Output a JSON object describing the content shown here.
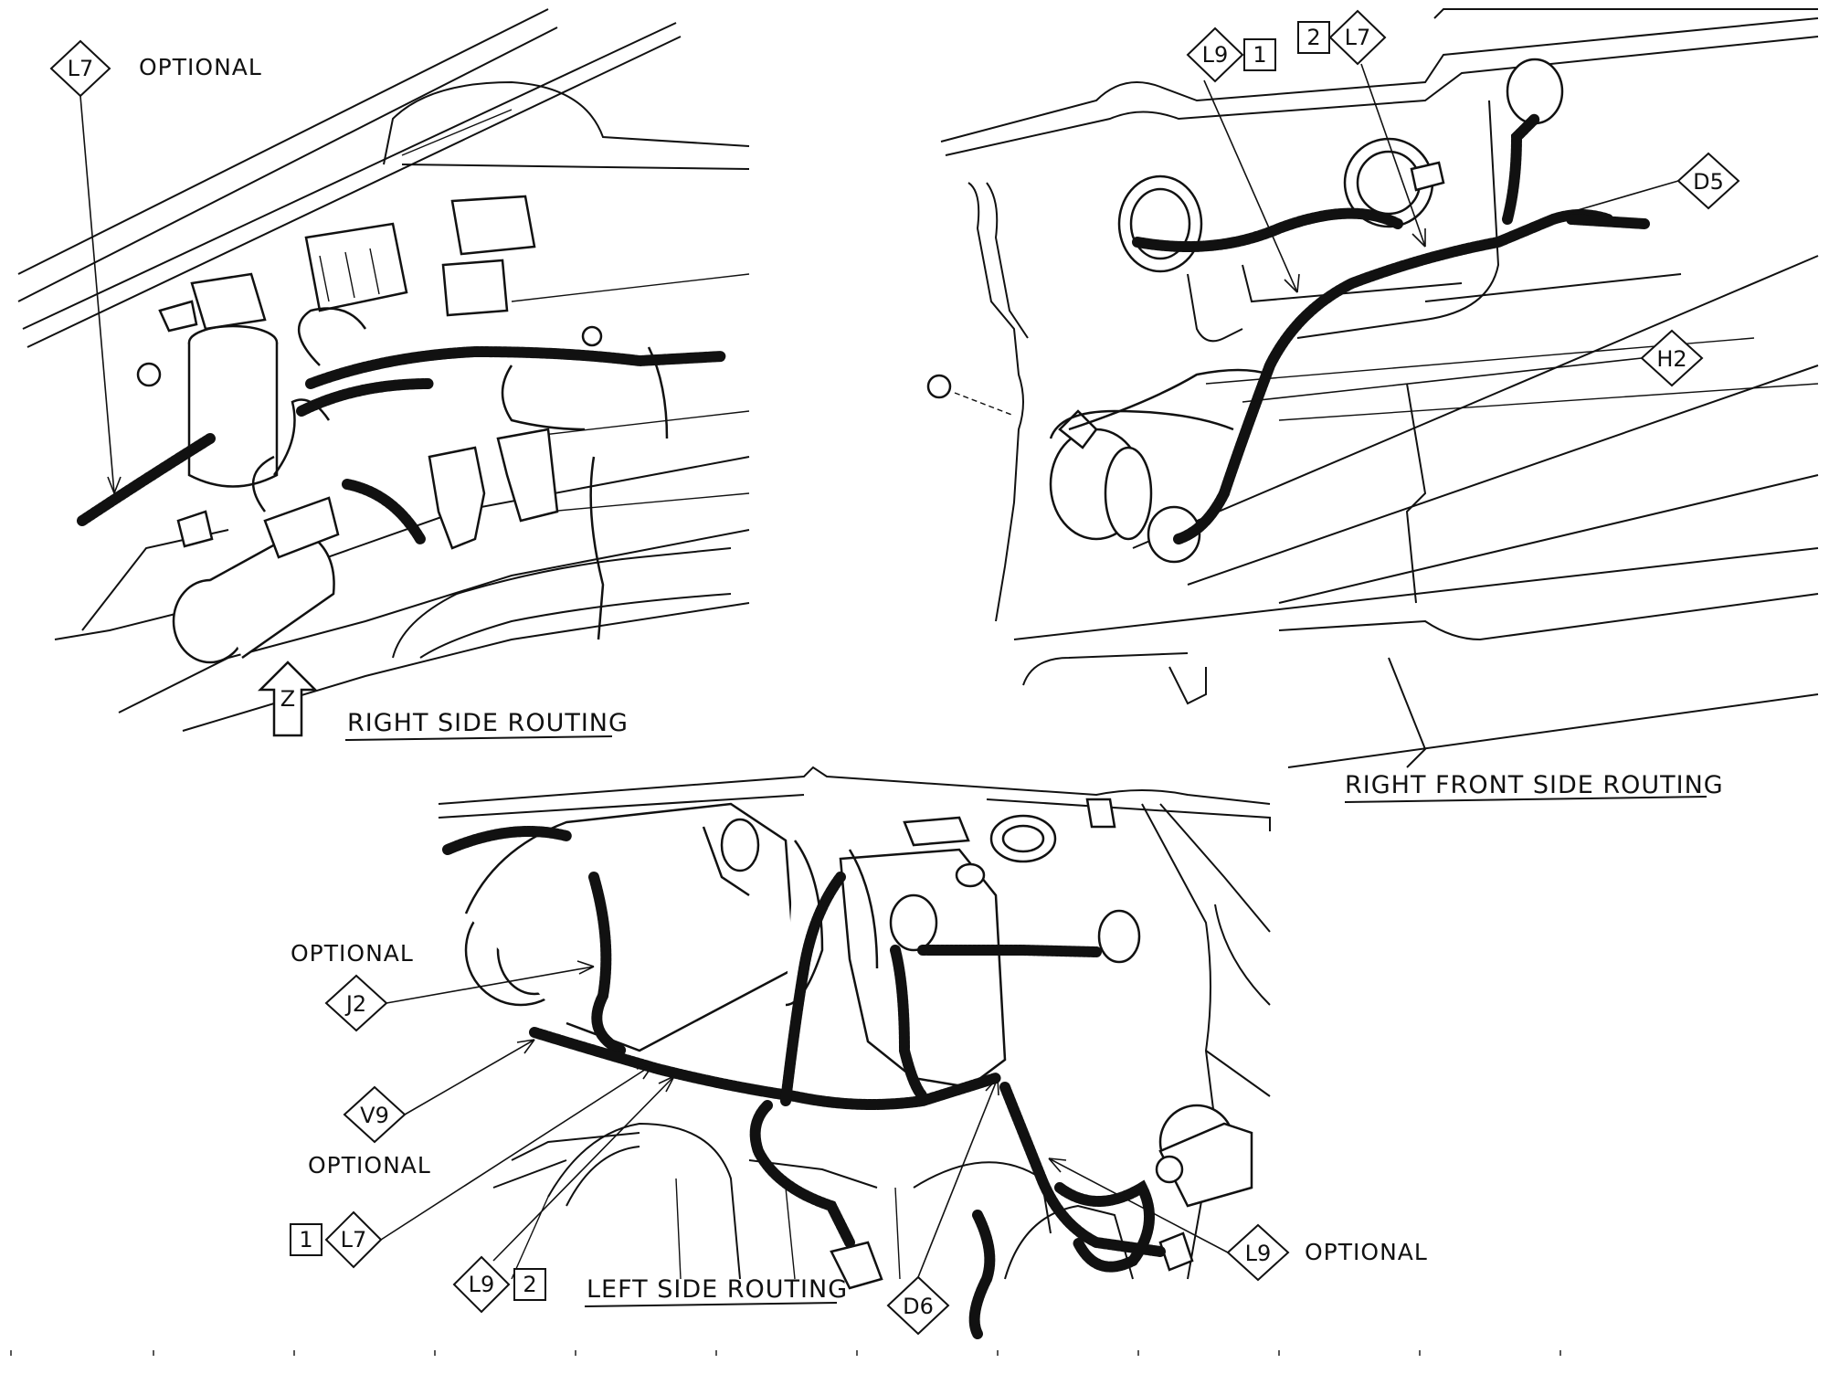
{
  "panels": {
    "right_side": {
      "caption": "RIGHT SIDE ROUTING",
      "note_optional": "OPTIONAL",
      "tag_l7": "L7",
      "tag_z": "Z"
    },
    "right_front_side": {
      "caption": "RIGHT FRONT SIDE ROUTING",
      "tag_l9": "L9",
      "tag_l9_num": "1",
      "tag_l7": "L7",
      "tag_l7_num": "2",
      "tag_d5": "D5",
      "tag_h2": "H2"
    },
    "left_side": {
      "caption": "LEFT SIDE ROUTING",
      "note_optional_j2": "OPTIONAL",
      "note_optional_v9": "OPTIONAL",
      "note_optional_l9": "OPTIONAL",
      "tag_j2": "J2",
      "tag_v9": "V9",
      "tag_l7": "L7",
      "tag_l7_num": "1",
      "tag_l9_bottom": "L9",
      "tag_l9_bottom_num": "2",
      "tag_d6": "D6",
      "tag_l9_right": "L9"
    }
  }
}
